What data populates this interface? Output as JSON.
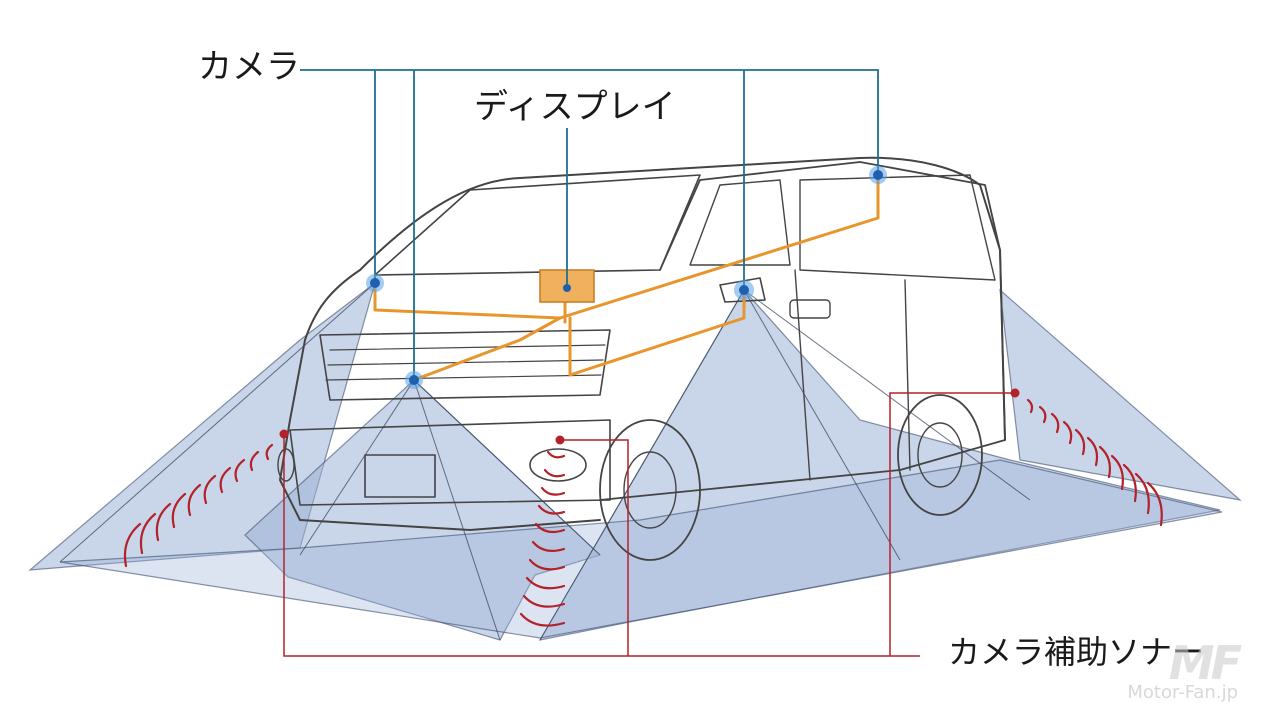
{
  "labels": {
    "camera": "カメラ",
    "display": "ディスプレイ",
    "sonar": "カメラ補助ソナー"
  },
  "watermark": {
    "site": "Motor-Fan.jp"
  },
  "colors": {
    "camera_line": "#1f6f94",
    "wiring": "#e8962c",
    "sonar": "#b3222a",
    "coverage": "#9cb2d6",
    "camera_dot": "#2b7fd4",
    "display_box": "#f0b15f",
    "car_outline": "#444444"
  },
  "icons": {
    "camera": "camera-dot-icon",
    "sonar": "sonar-dot-icon",
    "logo": "motor-fan-logo"
  }
}
